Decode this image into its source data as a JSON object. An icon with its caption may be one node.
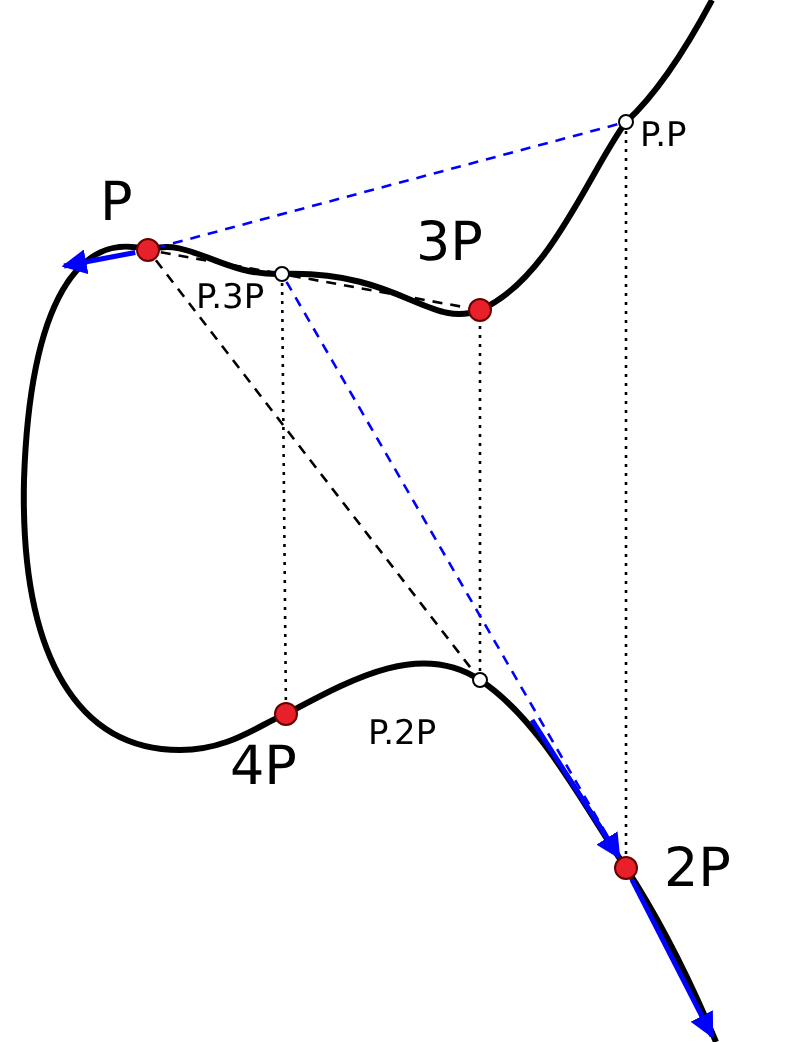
{
  "diagram": {
    "nodes": [
      {
        "text": [],
        "shape": "circle",
        "beside": [
          "P"
        ]
      },
      {
        "text": [],
        "shape": "circle",
        "beside": [
          "P.P"
        ]
      },
      {
        "text": [],
        "shape": "circle",
        "beside": [
          "P.3P"
        ]
      },
      {
        "text": [],
        "shape": "circle",
        "beside": [
          "3P"
        ]
      },
      {
        "text": [],
        "shape": "circle",
        "beside": [
          "P.2P"
        ]
      },
      {
        "text": [],
        "shape": "circle",
        "beside": [
          "4P"
        ]
      },
      {
        "text": [],
        "shape": "circle",
        "beside": [
          "2P"
        ]
      }
    ],
    "edges": [
      {
        "from": 1,
        "to": 0,
        "arrow": "none",
        "style": "dashed",
        "color": "#0000ff"
      },
      {
        "from": 0,
        "to": null,
        "arrow": "to",
        "color": "#0000ff"
      },
      {
        "from": 1,
        "to": 6,
        "arrow": "none",
        "style": "dashed"
      },
      {
        "from": 0,
        "to": 2,
        "arrow": "none",
        "style": "dashed"
      },
      {
        "from": 2,
        "to": 3,
        "arrow": "none",
        "style": "dashed"
      },
      {
        "from": 0,
        "to": 4,
        "arrow": "none",
        "style": "dashed"
      },
      {
        "from": 4,
        "to": 3,
        "arrow": "none",
        "style": "dashed"
      },
      {
        "from": 2,
        "to": 5,
        "arrow": "none",
        "style": "dashed"
      },
      {
        "from": 2,
        "to": 6,
        "arrow": "none",
        "style": "dashed",
        "color": "#0000ff"
      },
      {
        "from": null,
        "to": 6,
        "arrow": "to",
        "color": "#0000ff"
      },
      {
        "from": 6,
        "to": null,
        "arrow": "to",
        "color": "#0000ff"
      }
    ]
  }
}
